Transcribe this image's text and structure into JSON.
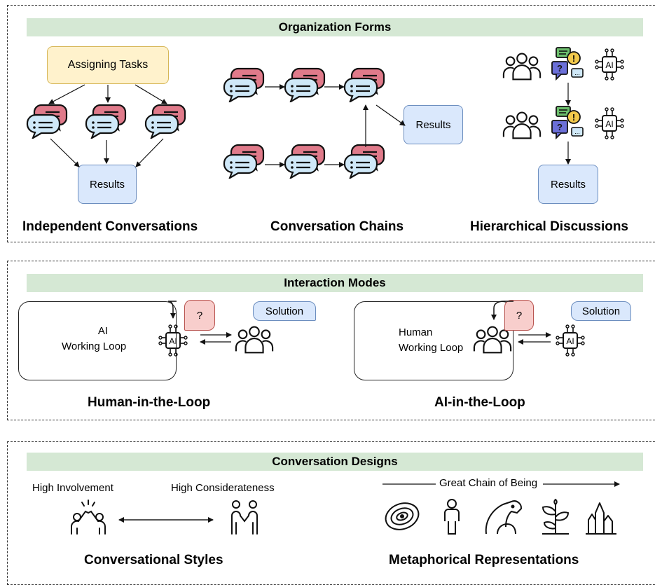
{
  "organization": {
    "title": "Organization Forms",
    "assigning": "Assigning Tasks",
    "results": "Results",
    "labels": [
      "Independent Conversations",
      "Conversation Chains",
      "Hierarchical Discussions"
    ]
  },
  "interaction": {
    "title": "Interaction Modes",
    "question_mark": "?",
    "solution": "Solution",
    "human_loop": {
      "line1": "AI",
      "line2": "Working Loop",
      "caption": "Human-in-the-Loop"
    },
    "ai_loop": {
      "line1": "Human",
      "line2": "Working Loop",
      "caption": "AI-in-the-Loop"
    },
    "ai_chip": "AI"
  },
  "designs": {
    "title": "Conversation Designs",
    "high_involvement": "High Involvement",
    "high_considerateness": "High Considerateness",
    "great_chain": "Great Chain of Being",
    "captions": [
      "Conversational Styles",
      "Metaphorical Representations"
    ]
  },
  "colors": {
    "band": "#d5e8d4",
    "result_fill": "#dae8fc",
    "result_border": "#6c8ebf",
    "task_fill": "#fff2cc",
    "task_border": "#d6b656",
    "bubble_red": "#e07a8a",
    "bubble_blue": "#cfe8f8",
    "question_fill": "#f8cecc",
    "solution_fill": "#dae8fc"
  },
  "icons": [
    "chat-bubbles-icon",
    "group-icon",
    "ai-chip-icon",
    "chat-notice-icon",
    "high-five-icon",
    "handshake-icon",
    "galaxy-icon",
    "person-icon",
    "animals-icon",
    "plant-icon",
    "crystal-icon"
  ]
}
